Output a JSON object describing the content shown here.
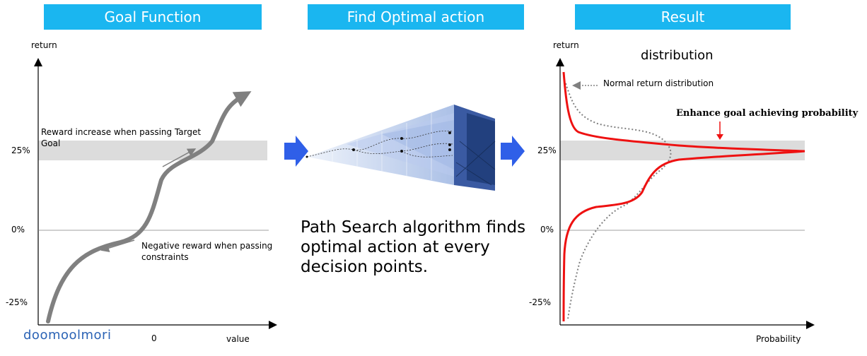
{
  "headers": {
    "goal_function": "Goal Function",
    "find_optimal_action": "Find Optimal action",
    "result": "Result"
  },
  "left_chart": {
    "y_label": "return",
    "x_label": "value",
    "x_zero": "0",
    "ticks": [
      "25%",
      "0%",
      "-25%"
    ],
    "annotation_top": "Reward increase when passing Target Goal",
    "annotation_bottom": "Negative reward when passing constraints"
  },
  "middle": {
    "description": "Path Search algorithm finds optimal action at every decision points."
  },
  "right_chart": {
    "y_label": "return",
    "x_label": "Probability",
    "title": "distribution",
    "ticks": [
      "25%",
      "0%",
      "-25%"
    ],
    "legend_normal": "Normal return distribution",
    "legend_enhance": "Enhance goal achieving probability"
  },
  "logo": {
    "text": "doomoolmori"
  },
  "colors": {
    "header_bg": "#1ab6f0",
    "arrow": "#2f5fe8",
    "band": "#dcdcdc",
    "curve_gray": "#808080",
    "curve_red": "#ee1111"
  }
}
